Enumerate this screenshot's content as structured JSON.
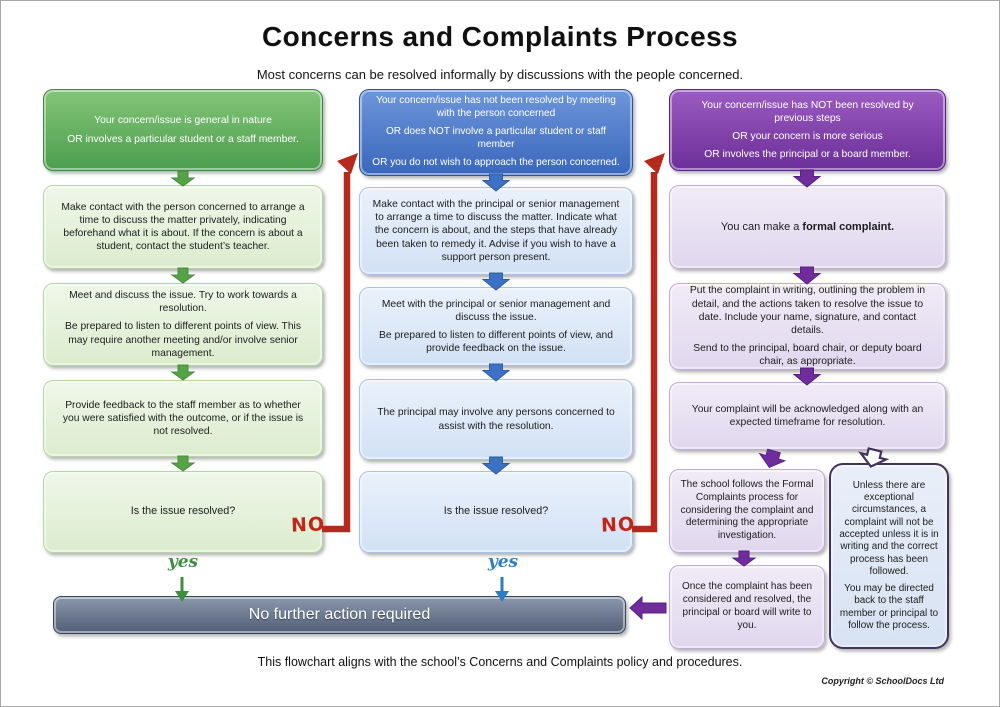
{
  "page": {
    "title": "Concerns and Complaints Process",
    "subtitle": "Most concerns can be resolved informally by discussions with the people concerned.",
    "footer_note": "This flowchart aligns with the school’s Concerns and Complaints policy and procedures.",
    "copyright": "Copyright © SchoolDocs Ltd"
  },
  "labels": {
    "no": "NO",
    "yes": "yes"
  },
  "final_box": {
    "label": "No further action required"
  },
  "green": {
    "header": [
      "Your concern/issue is general in nature",
      "OR involves a particular student or a staff member."
    ],
    "step1": [
      "Make contact with the person concerned to arrange a time to discuss the matter privately, indicating beforehand what it is about. If the concern is about a student, contact the student’s teacher."
    ],
    "step2": [
      "Meet and discuss the issue. Try to work towards a resolution.",
      "Be prepared to listen to different points of view. This may require another meeting and/or involve senior management."
    ],
    "step3": [
      "Provide feedback to the staff member as to whether you were satisfied with the outcome, or if the issue is not resolved."
    ],
    "question": "Is the issue resolved?"
  },
  "blue": {
    "header": [
      "Your concern/issue has not been resolved by meeting with the person concerned",
      "OR does NOT involve a particular student or staff member",
      "OR you do not wish to approach the person concerned."
    ],
    "step1": [
      "Make contact with the principal or senior management to arrange a time to discuss the matter. Indicate what the concern is about, and the steps that have already been taken to remedy it. Advise if you wish to have a support person present."
    ],
    "step2": [
      "Meet with the principal or senior management and discuss the issue.",
      "Be prepared to listen to different points of view, and provide feedback on the issue."
    ],
    "step3": [
      "The principal may involve any persons concerned to assist with the resolution."
    ],
    "question": "Is the issue resolved?"
  },
  "purple": {
    "header": [
      "Your concern/issue has NOT been resolved by previous steps",
      "OR your concern is more serious",
      "OR involves the principal or a board member."
    ],
    "step1_prefix": "You can make a ",
    "step1_bold": "formal complaint.",
    "step2": [
      "Put the complaint in writing, outlining the problem in detail, and the actions taken to resolve the issue to date. Include your name, signature, and contact details.",
      "Send to the principal, board chair, or deputy board chair, as appropriate."
    ],
    "step3": [
      "Your complaint will be acknowledged along with an expected timeframe for resolution."
    ],
    "step4": [
      "The school follows the Formal Complaints process for considering the complaint and determining the appropriate investigation."
    ],
    "step5": [
      "Once the complaint has been considered and resolved, the principal or board will write to you."
    ],
    "note": [
      "Unless there are exceptional circumstances, a complaint will not be accepted unless it is in writing and the correct process has been followed.",
      "You may be directed back to the staff member or principal to follow the process."
    ]
  },
  "colors": {
    "green": "#4c9e4e",
    "blue": "#3a67bd",
    "purple": "#6c2e98",
    "red": "#b52a1c",
    "slate": "#515d76"
  }
}
